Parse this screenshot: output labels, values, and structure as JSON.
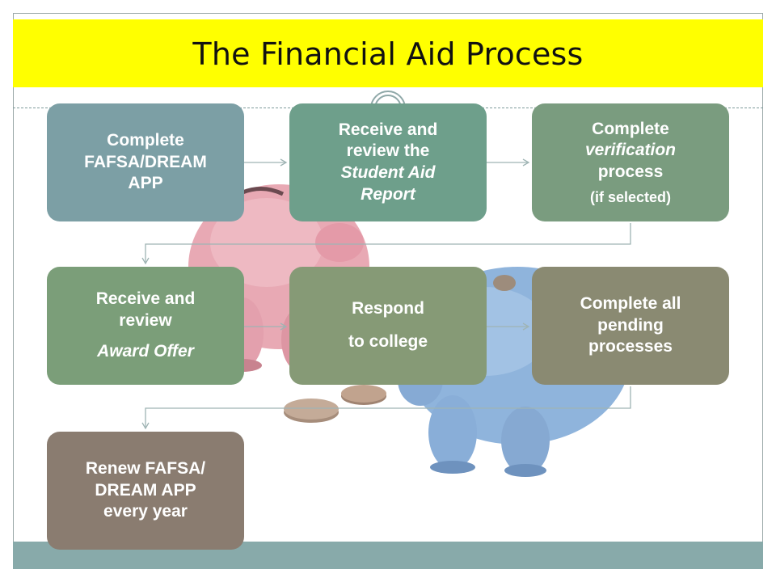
{
  "slide": {
    "title": "The Financial Aid Process"
  },
  "colors": {
    "title_bar": "#ffff00",
    "bottom_band": "#88aaaa",
    "connector": "#9fb4b4"
  },
  "steps": [
    {
      "lines": [
        "Complete",
        "FAFSA/DREAM",
        "APP"
      ]
    },
    {
      "lines": [
        "Receive and",
        "review the"
      ],
      "italic_lines": [
        "Student Aid",
        "Report"
      ]
    },
    {
      "lines": [
        "Complete"
      ],
      "italic_lines": [
        "verification"
      ],
      "after_lines": [
        "process"
      ],
      "note": "(if selected)"
    },
    {
      "lines": [
        "Receive and",
        "review"
      ],
      "italic_lines": [
        "Award Offer"
      ]
    },
    {
      "lines": [
        "Respond",
        "to college"
      ]
    },
    {
      "lines": [
        "Complete all",
        "pending",
        "processes"
      ]
    },
    {
      "lines": [
        "Renew FAFSA/",
        "DREAM APP",
        "every year"
      ]
    }
  ],
  "illustration": {
    "left": "pink-piggy-bank-icon",
    "right": "blue-piggy-bank-icon",
    "coins": "coins-icon"
  }
}
